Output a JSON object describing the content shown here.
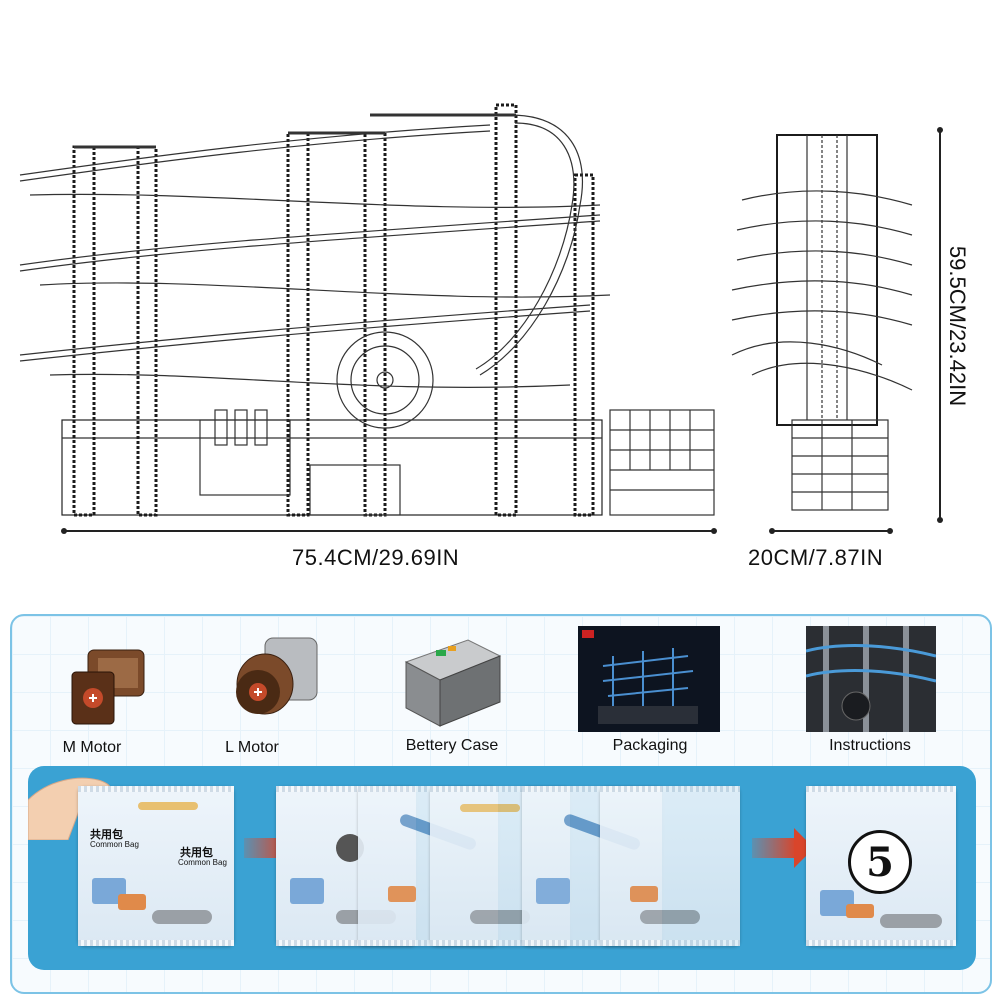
{
  "dimensions": {
    "width_front": "75.4CM/29.69IN",
    "width_side": "20CM/7.87IN",
    "height": "59.5CM/23.42IN"
  },
  "components": [
    {
      "label": "M Motor",
      "icon": "m-motor-icon"
    },
    {
      "label": "L Motor",
      "icon": "l-motor-icon"
    },
    {
      "label": "Bettery Case",
      "icon": "battery-case-icon"
    },
    {
      "label": "Packaging",
      "icon": "packaging-photo"
    },
    {
      "label": "Instructions",
      "icon": "instructions-photo"
    }
  ],
  "bags": {
    "common_bag_cn": "共用包",
    "common_bag_en": "Common Bag",
    "last_number": "5"
  },
  "colors": {
    "panel_border": "#7cc3e6",
    "strip": "#3aa2d3",
    "arrow": "#d9452b"
  }
}
